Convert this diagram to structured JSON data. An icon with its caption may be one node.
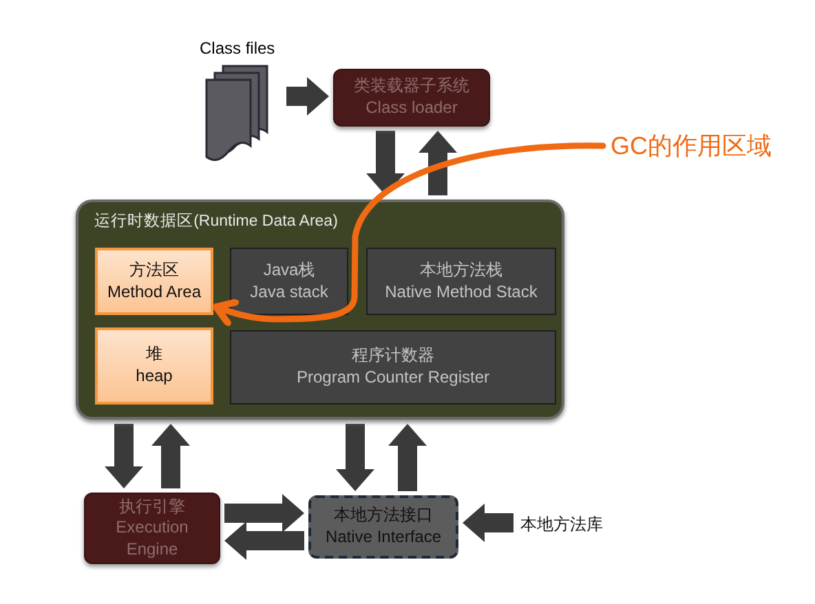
{
  "diagram": {
    "nodes": [
      {
        "text": [
          "Class files"
        ]
      },
      {
        "text": [
          "类装载器子系统",
          "Class loader"
        ]
      },
      {
        "text": [
          "运行时数据区(Runtime Data Area)"
        ]
      },
      {
        "text": [
          "方法区",
          "Method Area"
        ],
        "in": 2
      },
      {
        "text": [
          "Java栈",
          "Java stack"
        ],
        "in": 2
      },
      {
        "text": [
          "本地方法栈",
          "Native Method Stack"
        ],
        "in": 2
      },
      {
        "text": [
          "堆",
          "heap"
        ],
        "in": 2
      },
      {
        "text": [
          "程序计数器",
          "Program Counter Register"
        ],
        "in": 2
      },
      {
        "text": [
          "执行引擎",
          "Execution Engine"
        ]
      },
      {
        "text": [
          "本地方法接口",
          "Native Interface"
        ]
      },
      {
        "text": [
          "本地方法库"
        ]
      },
      {
        "text": [
          "GC的作用区域"
        ]
      }
    ],
    "edges": [
      {
        "from": 0,
        "to": 1,
        "arrow": "to"
      },
      {
        "from": 1,
        "to": 2,
        "arrow": "to"
      },
      {
        "from": 2,
        "to": 1,
        "arrow": "to"
      },
      {
        "from": 2,
        "to": 8,
        "arrow": "to"
      },
      {
        "from": 8,
        "to": 2,
        "arrow": "to"
      },
      {
        "from": 2,
        "to": 9,
        "arrow": "to"
      },
      {
        "from": 9,
        "to": 2,
        "arrow": "to"
      },
      {
        "from": 8,
        "to": 9,
        "arrow": "to"
      },
      {
        "from": 9,
        "to": 8,
        "arrow": "to"
      },
      {
        "from": 10,
        "to": 9,
        "arrow": "to"
      },
      {
        "from": 11,
        "to": 3,
        "arrow": "to",
        "color": "#f06a14"
      }
    ]
  }
}
